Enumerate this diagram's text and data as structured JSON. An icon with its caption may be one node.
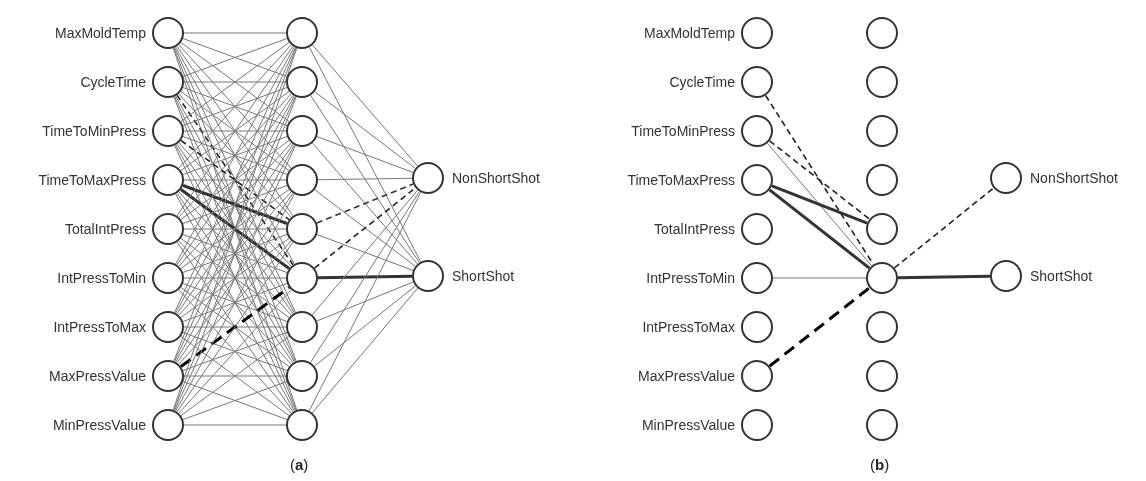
{
  "diagram": {
    "nodes": [
      {
        "text": [],
        "shape": "circle",
        "beside": [
          "MaxMoldTemp"
        ]
      },
      {
        "text": [],
        "shape": "circle",
        "beside": [
          "CycleTime"
        ]
      },
      {
        "text": [],
        "shape": "circle",
        "beside": [
          "TimeToMinPress"
        ]
      },
      {
        "text": [],
        "shape": "circle",
        "beside": [
          "TimeToMaxPress"
        ]
      },
      {
        "text": [],
        "shape": "circle",
        "beside": [
          "TotalIntPress"
        ]
      },
      {
        "text": [],
        "shape": "circle",
        "beside": [
          "IntPressToMin"
        ]
      },
      {
        "text": [],
        "shape": "circle",
        "beside": [
          "IntPressToMax"
        ]
      },
      {
        "text": [],
        "shape": "circle",
        "beside": [
          "MaxPressValue"
        ]
      },
      {
        "text": [],
        "shape": "circle",
        "beside": [
          "MinPressValue"
        ]
      },
      {
        "text": [],
        "shape": "circle"
      },
      {
        "text": [],
        "shape": "circle"
      },
      {
        "text": [],
        "shape": "circle"
      },
      {
        "text": [],
        "shape": "circle"
      },
      {
        "text": [],
        "shape": "circle"
      },
      {
        "text": [],
        "shape": "circle"
      },
      {
        "text": [],
        "shape": "circle"
      },
      {
        "text": [],
        "shape": "circle"
      },
      {
        "text": [],
        "shape": "circle"
      },
      {
        "text": [],
        "shape": "circle",
        "beside": [
          "NonShortShot"
        ]
      },
      {
        "text": [],
        "shape": "circle",
        "beside": [
          "ShortShot"
        ]
      },
      {
        "text": [],
        "shape": "circle",
        "beside": [
          "MaxMoldTemp"
        ]
      },
      {
        "text": [],
        "shape": "circle",
        "beside": [
          "CycleTime"
        ]
      },
      {
        "text": [],
        "shape": "circle",
        "beside": [
          "TimeToMinPress"
        ]
      },
      {
        "text": [],
        "shape": "circle",
        "beside": [
          "TimeToMaxPress"
        ]
      },
      {
        "text": [],
        "shape": "circle",
        "beside": [
          "TotalIntPress"
        ]
      },
      {
        "text": [],
        "shape": "circle",
        "beside": [
          "IntPressToMin"
        ]
      },
      {
        "text": [],
        "shape": "circle",
        "beside": [
          "IntPressToMax"
        ]
      },
      {
        "text": [],
        "shape": "circle",
        "beside": [
          "MaxPressValue"
        ]
      },
      {
        "text": [],
        "shape": "circle",
        "beside": [
          "MinPressValue"
        ]
      },
      {
        "text": [],
        "shape": "circle"
      },
      {
        "text": [],
        "shape": "circle"
      },
      {
        "text": [],
        "shape": "circle"
      },
      {
        "text": [],
        "shape": "circle"
      },
      {
        "text": [],
        "shape": "circle"
      },
      {
        "text": [],
        "shape": "circle"
      },
      {
        "text": [],
        "shape": "circle"
      },
      {
        "text": [],
        "shape": "circle"
      },
      {
        "text": [],
        "shape": "circle"
      },
      {
        "text": [],
        "shape": "circle",
        "beside": [
          "NonShortShot"
        ]
      },
      {
        "text": [],
        "shape": "circle",
        "beside": [
          "ShortShot"
        ]
      }
    ],
    "edges": [
      {
        "from": 0,
        "to": 9,
        "arrow": "none"
      },
      {
        "from": 0,
        "to": 10,
        "arrow": "none"
      },
      {
        "from": 0,
        "to": 11,
        "arrow": "none"
      },
      {
        "from": 0,
        "to": 12,
        "arrow": "none"
      },
      {
        "from": 0,
        "to": 13,
        "arrow": "none"
      },
      {
        "from": 0,
        "to": 14,
        "arrow": "none"
      },
      {
        "from": 0,
        "to": 15,
        "arrow": "none"
      },
      {
        "from": 0,
        "to": 16,
        "arrow": "none"
      },
      {
        "from": 0,
        "to": 17,
        "arrow": "none"
      },
      {
        "from": 1,
        "to": 9,
        "arrow": "none"
      },
      {
        "from": 1,
        "to": 10,
        "arrow": "none"
      },
      {
        "from": 1,
        "to": 11,
        "arrow": "none"
      },
      {
        "from": 1,
        "to": 12,
        "arrow": "none"
      },
      {
        "from": 1,
        "to": 13,
        "arrow": "none"
      },
      {
        "from": 1,
        "to": 14,
        "arrow": "none",
        "style": "dashed",
        "color": "#222222"
      },
      {
        "from": 1,
        "to": 15,
        "arrow": "none"
      },
      {
        "from": 1,
        "to": 16,
        "arrow": "none"
      },
      {
        "from": 1,
        "to": 17,
        "arrow": "none"
      },
      {
        "from": 2,
        "to": 9,
        "arrow": "none"
      },
      {
        "from": 2,
        "to": 10,
        "arrow": "none"
      },
      {
        "from": 2,
        "to": 11,
        "arrow": "none"
      },
      {
        "from": 2,
        "to": 12,
        "arrow": "none"
      },
      {
        "from": 2,
        "to": 13,
        "arrow": "none",
        "style": "dashed",
        "color": "#222222"
      },
      {
        "from": 2,
        "to": 14,
        "arrow": "none"
      },
      {
        "from": 2,
        "to": 15,
        "arrow": "none"
      },
      {
        "from": 2,
        "to": 16,
        "arrow": "none"
      },
      {
        "from": 2,
        "to": 17,
        "arrow": "none"
      },
      {
        "from": 3,
        "to": 9,
        "arrow": "none"
      },
      {
        "from": 3,
        "to": 10,
        "arrow": "none"
      },
      {
        "from": 3,
        "to": 11,
        "arrow": "none"
      },
      {
        "from": 3,
        "to": 12,
        "arrow": "none"
      },
      {
        "from": 3,
        "to": 13,
        "arrow": "none",
        "style": "thick"
      },
      {
        "from": 3,
        "to": 14,
        "arrow": "none",
        "style": "thick"
      },
      {
        "from": 3,
        "to": 15,
        "arrow": "none"
      },
      {
        "from": 3,
        "to": 16,
        "arrow": "none"
      },
      {
        "from": 3,
        "to": 17,
        "arrow": "none"
      },
      {
        "from": 4,
        "to": 9,
        "arrow": "none"
      },
      {
        "from": 4,
        "to": 10,
        "arrow": "none"
      },
      {
        "from": 4,
        "to": 11,
        "arrow": "none"
      },
      {
        "from": 4,
        "to": 12,
        "arrow": "none"
      },
      {
        "from": 4,
        "to": 13,
        "arrow": "none"
      },
      {
        "from": 4,
        "to": 14,
        "arrow": "none"
      },
      {
        "from": 4,
        "to": 15,
        "arrow": "none"
      },
      {
        "from": 4,
        "to": 16,
        "arrow": "none"
      },
      {
        "from": 4,
        "to": 17,
        "arrow": "none"
      },
      {
        "from": 5,
        "to": 9,
        "arrow": "none"
      },
      {
        "from": 5,
        "to": 10,
        "arrow": "none"
      },
      {
        "from": 5,
        "to": 11,
        "arrow": "none"
      },
      {
        "from": 5,
        "to": 12,
        "arrow": "none"
      },
      {
        "from": 5,
        "to": 13,
        "arrow": "none"
      },
      {
        "from": 5,
        "to": 14,
        "arrow": "none"
      },
      {
        "from": 5,
        "to": 15,
        "arrow": "none"
      },
      {
        "from": 5,
        "to": 16,
        "arrow": "none"
      },
      {
        "from": 5,
        "to": 17,
        "arrow": "none"
      },
      {
        "from": 6,
        "to": 9,
        "arrow": "none"
      },
      {
        "from": 6,
        "to": 10,
        "arrow": "none"
      },
      {
        "from": 6,
        "to": 11,
        "arrow": "none"
      },
      {
        "from": 6,
        "to": 12,
        "arrow": "none"
      },
      {
        "from": 6,
        "to": 13,
        "arrow": "none"
      },
      {
        "from": 6,
        "to": 14,
        "arrow": "none"
      },
      {
        "from": 6,
        "to": 15,
        "arrow": "none"
      },
      {
        "from": 6,
        "to": 16,
        "arrow": "none"
      },
      {
        "from": 6,
        "to": 17,
        "arrow": "none"
      },
      {
        "from": 7,
        "to": 9,
        "arrow": "none"
      },
      {
        "from": 7,
        "to": 10,
        "arrow": "none"
      },
      {
        "from": 7,
        "to": 11,
        "arrow": "none"
      },
      {
        "from": 7,
        "to": 12,
        "arrow": "none"
      },
      {
        "from": 7,
        "to": 13,
        "arrow": "none"
      },
      {
        "from": 7,
        "to": 14,
        "arrow": "none",
        "style": "dashed",
        "color": "#000000"
      },
      {
        "from": 7,
        "to": 15,
        "arrow": "none"
      },
      {
        "from": 7,
        "to": 16,
        "arrow": "none"
      },
      {
        "from": 7,
        "to": 17,
        "arrow": "none"
      },
      {
        "from": 8,
        "to": 9,
        "arrow": "none"
      },
      {
        "from": 8,
        "to": 10,
        "arrow": "none"
      },
      {
        "from": 8,
        "to": 11,
        "arrow": "none"
      },
      {
        "from": 8,
        "to": 12,
        "arrow": "none"
      },
      {
        "from": 8,
        "to": 13,
        "arrow": "none"
      },
      {
        "from": 8,
        "to": 14,
        "arrow": "none"
      },
      {
        "from": 8,
        "to": 15,
        "arrow": "none"
      },
      {
        "from": 8,
        "to": 16,
        "arrow": "none"
      },
      {
        "from": 8,
        "to": 17,
        "arrow": "none"
      },
      {
        "from": 9,
        "to": 18,
        "arrow": "none"
      },
      {
        "from": 9,
        "to": 19,
        "arrow": "none"
      },
      {
        "from": 10,
        "to": 18,
        "arrow": "none"
      },
      {
        "from": 10,
        "to": 19,
        "arrow": "none"
      },
      {
        "from": 11,
        "to": 18,
        "arrow": "none"
      },
      {
        "from": 11,
        "to": 19,
        "arrow": "none"
      },
      {
        "from": 12,
        "to": 18,
        "arrow": "none"
      },
      {
        "from": 12,
        "to": 19,
        "arrow": "none"
      },
      {
        "from": 13,
        "to": 18,
        "arrow": "none",
        "style": "dashed"
      },
      {
        "from": 13,
        "to": 19,
        "arrow": "none"
      },
      {
        "from": 14,
        "to": 18,
        "arrow": "none",
        "style": "dashed",
        "color": "#222222"
      },
      {
        "from": 14,
        "to": 19,
        "arrow": "none",
        "style": "thick"
      },
      {
        "from": 15,
        "to": 18,
        "arrow": "none"
      },
      {
        "from": 15,
        "to": 19,
        "arrow": "none"
      },
      {
        "from": 16,
        "to": 18,
        "arrow": "none"
      },
      {
        "from": 16,
        "to": 19,
        "arrow": "none"
      },
      {
        "from": 17,
        "to": 18,
        "arrow": "none"
      },
      {
        "from": 17,
        "to": 19,
        "arrow": "none"
      },
      {
        "from": 21,
        "to": 34,
        "arrow": "none",
        "style": "dashed",
        "color": "#222222"
      },
      {
        "from": 22,
        "to": 33,
        "arrow": "none",
        "style": "dashed",
        "color": "#222222"
      },
      {
        "from": 22,
        "to": 34,
        "arrow": "none"
      },
      {
        "from": 23,
        "to": 33,
        "arrow": "none",
        "style": "thick"
      },
      {
        "from": 23,
        "to": 34,
        "arrow": "none",
        "style": "thick"
      },
      {
        "from": 25,
        "to": 34,
        "arrow": "none"
      },
      {
        "from": 27,
        "to": 34,
        "arrow": "none",
        "style": "dashed",
        "color": "#000000"
      },
      {
        "from": 34,
        "to": 38,
        "arrow": "none",
        "style": "dashed",
        "color": "#222222"
      },
      {
        "from": 34,
        "to": 39,
        "arrow": "none",
        "style": "thick"
      }
    ],
    "labels": [
      "(**a**)",
      "(**b**)"
    ]
  }
}
